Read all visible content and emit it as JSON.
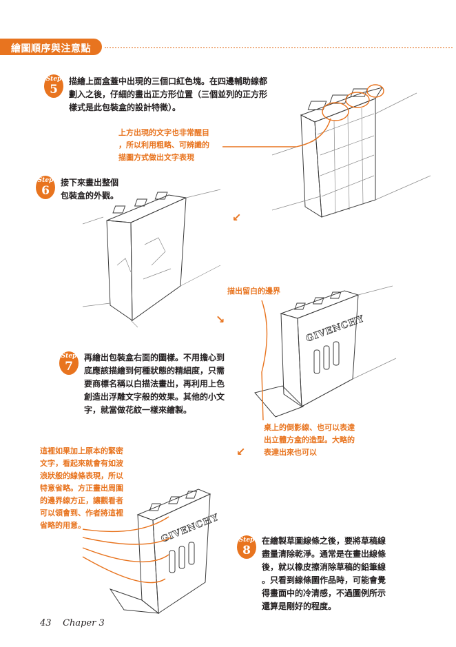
{
  "header": {
    "title": "繪圖順序與注意點"
  },
  "steps": [
    {
      "label": "Step",
      "number": "5",
      "lines": [
        "描繪上面盒蓋中出現的三個口紅色塊。在四邊輔助線都",
        "劃入之後，仔細的畫出正方形位置（三個並列的正方形",
        "樣式是此包裝盒的設計特徵）。"
      ]
    },
    {
      "label": "Step",
      "number": "6",
      "lines": [
        "接下來畫出整個",
        "包裝盒的外觀。"
      ]
    },
    {
      "label": "Step",
      "number": "7",
      "lines": [
        "再繪出包裝盒右面的圖樣。不用擔心到",
        "底應該描繪到何種狀態的精細度，只需",
        "要商標名稱以白描法畫出，再利用上色",
        "創造出浮雕文字般的效果。其他的小文",
        "字，就當做花紋一樣來繪製。"
      ]
    },
    {
      "label": "Step",
      "number": "8",
      "lines": [
        "在繪製草圖線條之後，要將草稿線",
        "盡量清除乾淨。通常是在畫出線條",
        "後，就以橡皮擦消除草稿的鉛筆線",
        "。只看到線條圖作品時，可能會覺",
        "得畫面中的冷清感，不過圖例所示",
        "還算是剛好的程度。"
      ]
    }
  ],
  "notes": {
    "text_on_top": [
      "上方出現的文字也非常醒目",
      "，所以利用粗略、可辨識的",
      "描圖方式做出文字表現"
    ],
    "margin": [
      "描出留白的邊界"
    ],
    "shadow": [
      "桌上的倒影線、也可以表達",
      "出立體方盒的造型。大略的",
      "表達出來也可以"
    ],
    "left": [
      "這裡如果加上原本的緊密",
      "文字，看起來就會有如波",
      "浪狀般的線條表現，所以",
      "特意省略。方正畫出周圍",
      "的邊界線方正，讓觀看者",
      "可以領會到、作者將這裡",
      "省略的用意。"
    ]
  },
  "sketch_text": {
    "brand": "GIVENCHY"
  },
  "footer": {
    "page_number": "43",
    "chapter": "Chaper  3"
  },
  "colors": {
    "accent": "#e8741f",
    "text": "#231f20"
  }
}
